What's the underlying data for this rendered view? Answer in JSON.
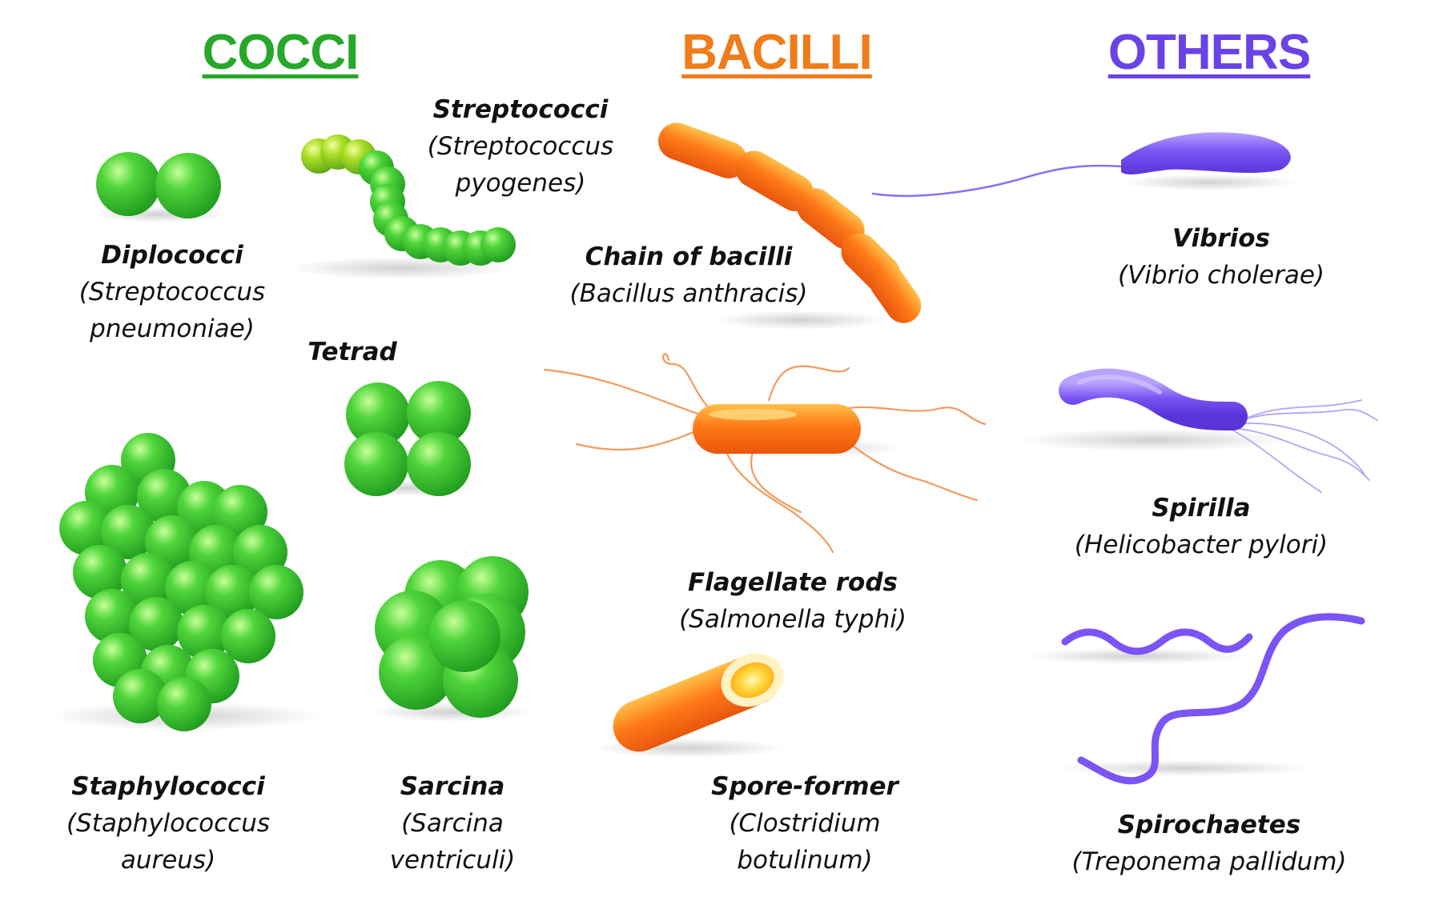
{
  "headings": {
    "cocci": "COCCI",
    "bacilli": "BACILLI",
    "others": "OTHERS"
  },
  "colors": {
    "cocci": "#27a82a",
    "bacilli": "#f07c1a",
    "others": "#6a43e6"
  },
  "labels": {
    "diplococci": {
      "name": "Diplococci",
      "species_1": "(Streptococcus",
      "species_2": "pneumoniae)"
    },
    "streptococci": {
      "name": "Streptococci",
      "species_1": "(Streptococcus",
      "species_2": "pyogenes)"
    },
    "tetrad": {
      "name": "Tetrad"
    },
    "staphylococci": {
      "name": "Staphylococci",
      "species_1": "(Staphylococcus",
      "species_2": "aureus)"
    },
    "sarcina": {
      "name": "Sarcina",
      "species_1": "(Sarcina",
      "species_2": "ventriculi)"
    },
    "chain_of_bacilli": {
      "name": "Chain of bacilli",
      "species_1": "(Bacillus anthracis)"
    },
    "flagellate_rods": {
      "name": "Flagellate rods",
      "species_1": "(Salmonella typhi)"
    },
    "spore_former": {
      "name": "Spore-former",
      "species_1": "(Clostridium",
      "species_2": "botulinum)"
    },
    "vibrios": {
      "name": "Vibrios",
      "species_1": "(Vibrio cholerae)"
    },
    "spirilla": {
      "name": "Spirilla",
      "species_1": "(Helicobacter pylori)"
    },
    "spirochaetes": {
      "name": "Spirochaetes",
      "species_1": "(Treponema pallidum)"
    }
  }
}
